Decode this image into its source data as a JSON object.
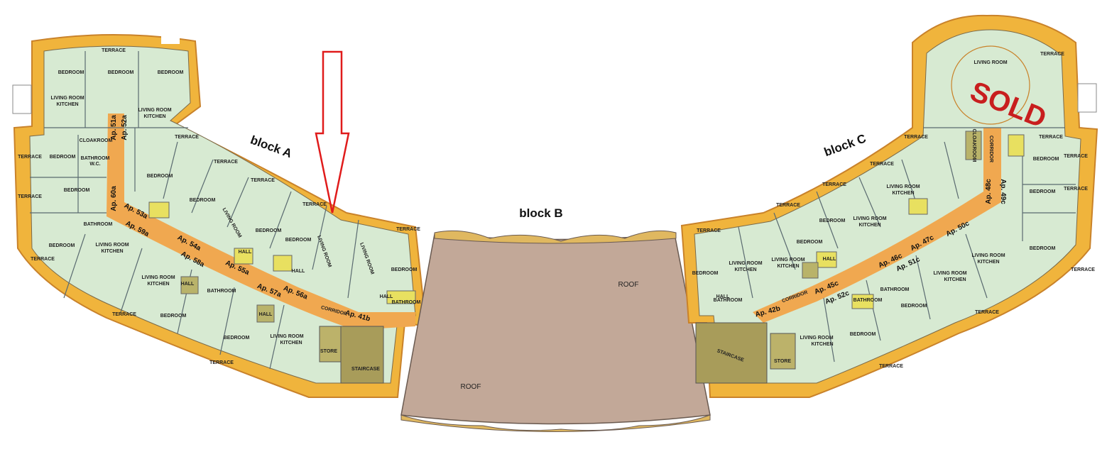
{
  "blocks": {
    "a": "block A",
    "b": "block B",
    "c": "block C"
  },
  "sold_stamp": "SOLD",
  "roof_label": "ROOF",
  "apartments": {
    "a51": "Ap. 51a",
    "a52": "Ap. 52a",
    "a60": "Ap. 60a",
    "a53": "Ap. 53a",
    "a59": "Ap. 59a",
    "a54": "Ap. 54a",
    "a58": "Ap. 58a",
    "a55": "Ap. 55a",
    "a57": "Ap. 57a",
    "a56": "Ap. 56a",
    "b41": "Ap. 41b",
    "b42": "Ap. 42b",
    "c45": "Ap. 45c",
    "c52": "Ap. 52c",
    "c46": "Ap. 46c",
    "c51": "Ap. 51c",
    "c47": "Ap. 47c",
    "c50": "Ap. 50c",
    "c48": "Ap. 48c",
    "c49": "Ap. 49c"
  },
  "rooms": {
    "terrace": "TERRACE",
    "bedroom": "BEDROOM",
    "living_kitchen_1": "LIVING ROOM",
    "living_kitchen_2": "KITCHEN",
    "living_room": "LIVING ROOM",
    "bathroom": "BATHROOM",
    "wc": "W.C.",
    "hall": "HALL",
    "corridor": "CORRIDOR",
    "store": "STORE",
    "staircase": "STAIRCASE",
    "cloakroom": "CLOAKROOM"
  }
}
